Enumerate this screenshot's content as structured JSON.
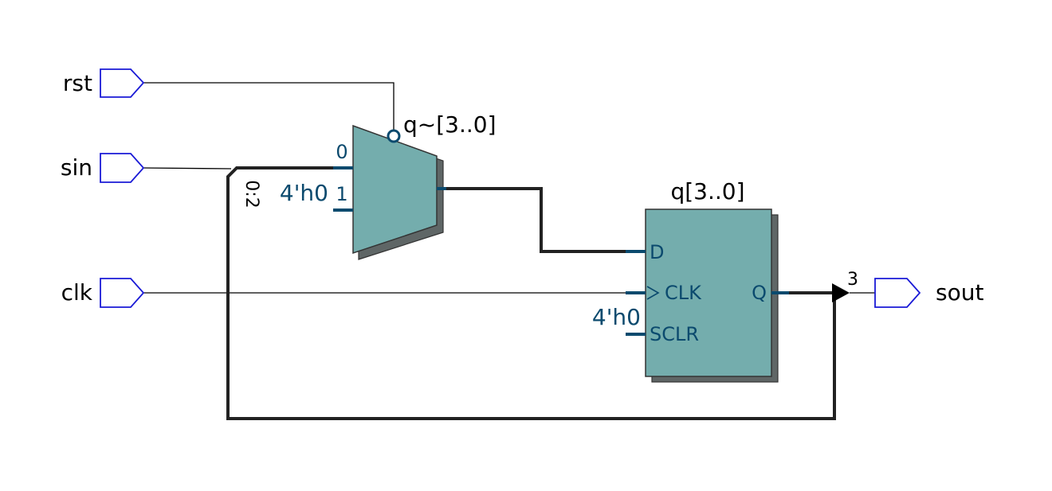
{
  "inputs": {
    "rst": "rst",
    "sin": "sin",
    "clk": "clk"
  },
  "outputs": {
    "sout": "sout"
  },
  "mux": {
    "instance_label": "q~[3..0]",
    "pin0": "0",
    "pin1": "1",
    "const1": "4'h0"
  },
  "register": {
    "instance_label": "q[3..0]",
    "pin_d": "D",
    "pin_clk": "CLK",
    "pin_sclr": "SCLR",
    "pin_q": "Q",
    "const_sclr": "4'h0"
  },
  "bus": {
    "slice_label": "0:2",
    "tap_label": "3"
  },
  "colors": {
    "block_fill": "#74adad",
    "pin_color": "#0b4a6e",
    "port_outline": "#1a1ad6"
  }
}
